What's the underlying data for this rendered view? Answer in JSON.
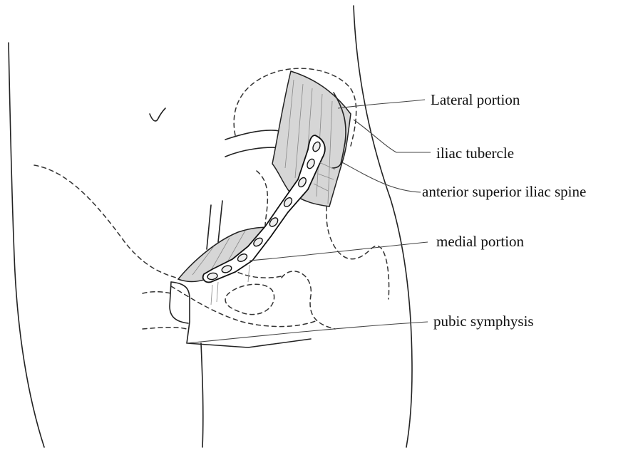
{
  "labels": {
    "lateral_portion": "Lateral portion",
    "iliac_tubercle": "iliac tubercle",
    "asis": "anterior superior iliac spine",
    "medial_portion": "medial portion",
    "pubic_symphysis": "pubic symphysis"
  },
  "colors": {
    "ink": "#222222",
    "bone_hatch": "#d6d6d6"
  }
}
